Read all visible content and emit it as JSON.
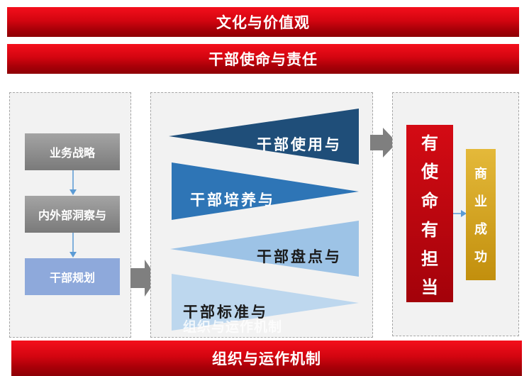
{
  "banners": {
    "culture": "文化与价值观",
    "mission": "干部使命与责任",
    "org": "组织与运作机制"
  },
  "left_steps": [
    "业务战略",
    "内外部洞察与",
    "干部规划"
  ],
  "middle_items": [
    "干部使用与",
    "干部培养与",
    "干部盘点与",
    "干部标准与"
  ],
  "middle_overlay_text": "组织与运作机制",
  "outcome_1": [
    "有",
    "使",
    "命",
    "有",
    "担",
    "当"
  ],
  "outcome_2": [
    "商",
    "业",
    "成",
    "功"
  ],
  "colors": {
    "banner_red": "#d30510",
    "tri_dark": "#1f4e79",
    "tri_mid": "#2e75b6",
    "tri_light": "#9dc3e6",
    "tri_lighter": "#bdd7ee",
    "gold": "#d5a21a"
  }
}
